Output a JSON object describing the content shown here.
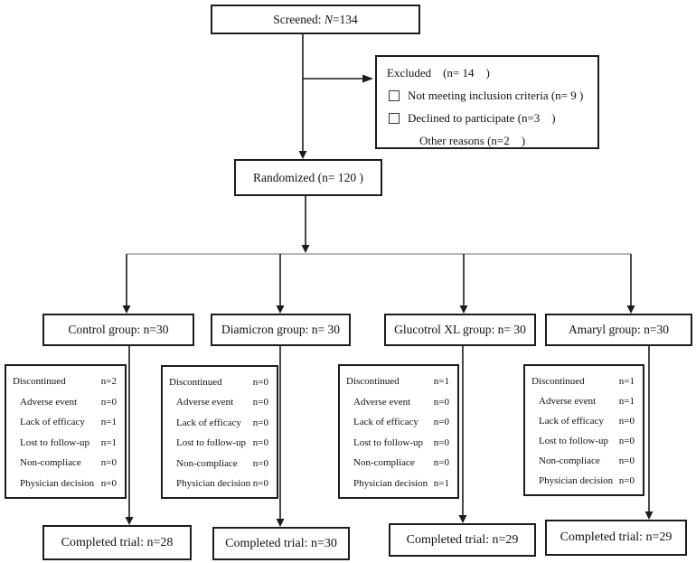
{
  "colors": {
    "line": "#1c1c1c",
    "background": "#ffffff",
    "text": "#111111"
  },
  "screened": {
    "prefix": "Screened: ",
    "n": "N",
    "suffix": "=134"
  },
  "excluded": {
    "title": "Excluded    (n= 14    )",
    "items": [
      {
        "icon": "checkbox",
        "text": "Not meeting inclusion criteria (n= 9 )"
      },
      {
        "icon": "checkbox",
        "text": "Declined to participate (n=3    )"
      },
      {
        "icon": "none",
        "text": "Other reasons (n=2    )"
      }
    ]
  },
  "randomized": {
    "label": "Randomized (n= 120 )"
  },
  "groups": [
    {
      "label": "Control group: n=30"
    },
    {
      "label": "Diamicron group: n= 30"
    },
    {
      "label": "Glucotrol XL group: n= 30"
    },
    {
      "label": "Amaryl group: n=30"
    }
  ],
  "discontinued": {
    "labels": [
      "Discontinued",
      "Adverse event",
      "Lack of efficacy",
      "Lost to follow-up",
      "Non-compliace",
      "Physician decision"
    ],
    "groups": [
      {
        "values": [
          "n=2",
          "n=0",
          "n=1",
          "n=1",
          "n=0",
          "n=0"
        ]
      },
      {
        "values": [
          "n=0",
          "n=0",
          "n=0",
          "n=0",
          "n=0",
          "n=0"
        ]
      },
      {
        "values": [
          "n=1",
          "n=0",
          "n=0",
          "n=0",
          "n=0",
          "n=1"
        ]
      },
      {
        "values": [
          "n=1",
          "n=1",
          "n=0",
          "n=0",
          "n=0",
          "n=0"
        ]
      }
    ]
  },
  "completed": [
    {
      "label": "Completed trial: n=28"
    },
    {
      "label": "Completed trial: n=30"
    },
    {
      "label": "Completed trial: n=29"
    },
    {
      "label": "Completed trial: n=29"
    }
  ]
}
